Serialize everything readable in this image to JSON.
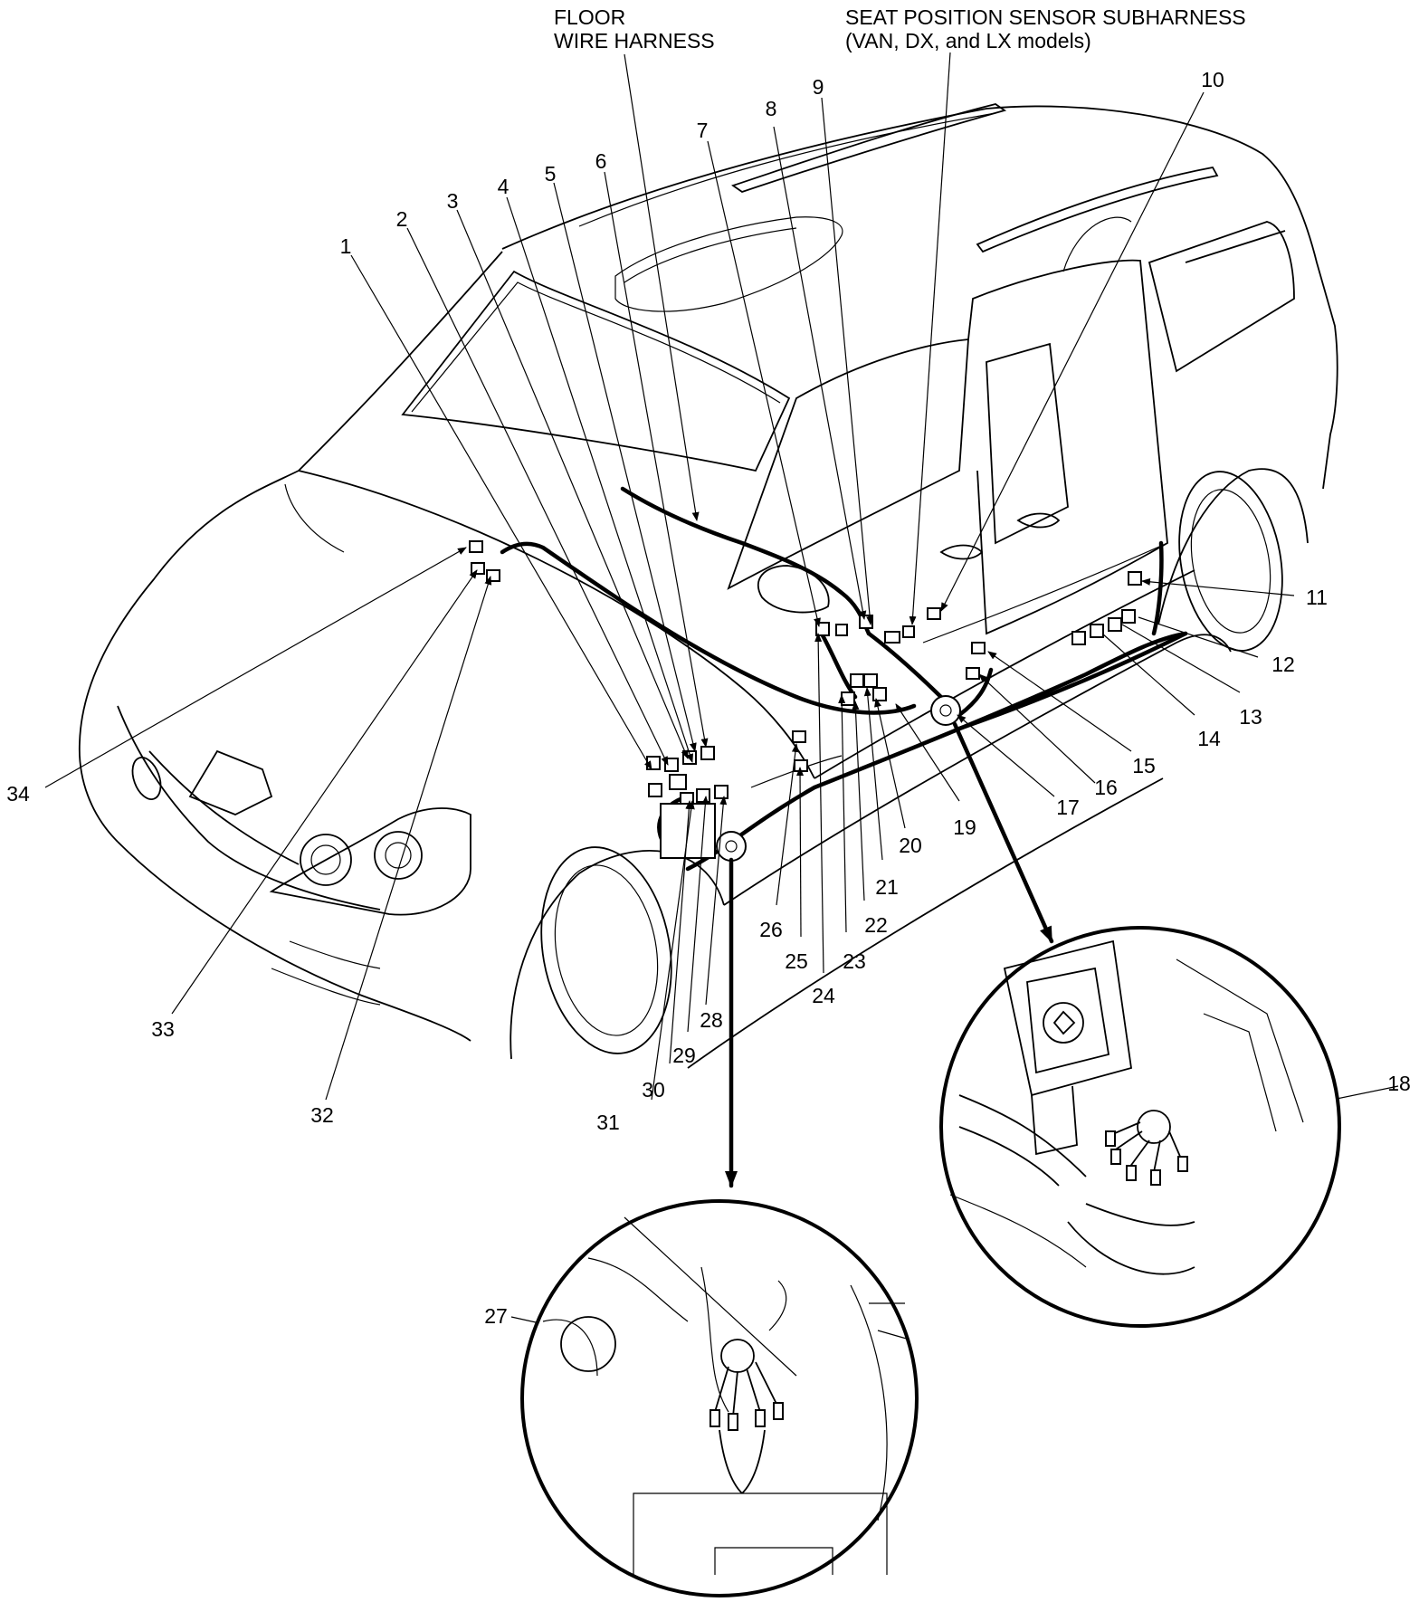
{
  "headers": {
    "floor_line1": "FLOOR",
    "floor_line2": "WIRE HARNESS",
    "seat_line1": "SEAT POSITION SENSOR SUBHARNESS",
    "seat_line2": "(VAN, DX, and LX models)"
  },
  "callouts": [
    "1",
    "2",
    "3",
    "4",
    "5",
    "6",
    "7",
    "8",
    "9",
    "10",
    "11",
    "12",
    "13",
    "14",
    "15",
    "16",
    "17",
    "18",
    "19",
    "20",
    "21",
    "22",
    "23",
    "24",
    "25",
    "26",
    "27",
    "28",
    "29",
    "30",
    "31",
    "32",
    "33",
    "34"
  ],
  "icons": {
    "vehicle": "minivan-outline-icon",
    "detail_front": "magnified-connector-detail-icon",
    "detail_rear": "magnified-connector-detail-icon"
  }
}
